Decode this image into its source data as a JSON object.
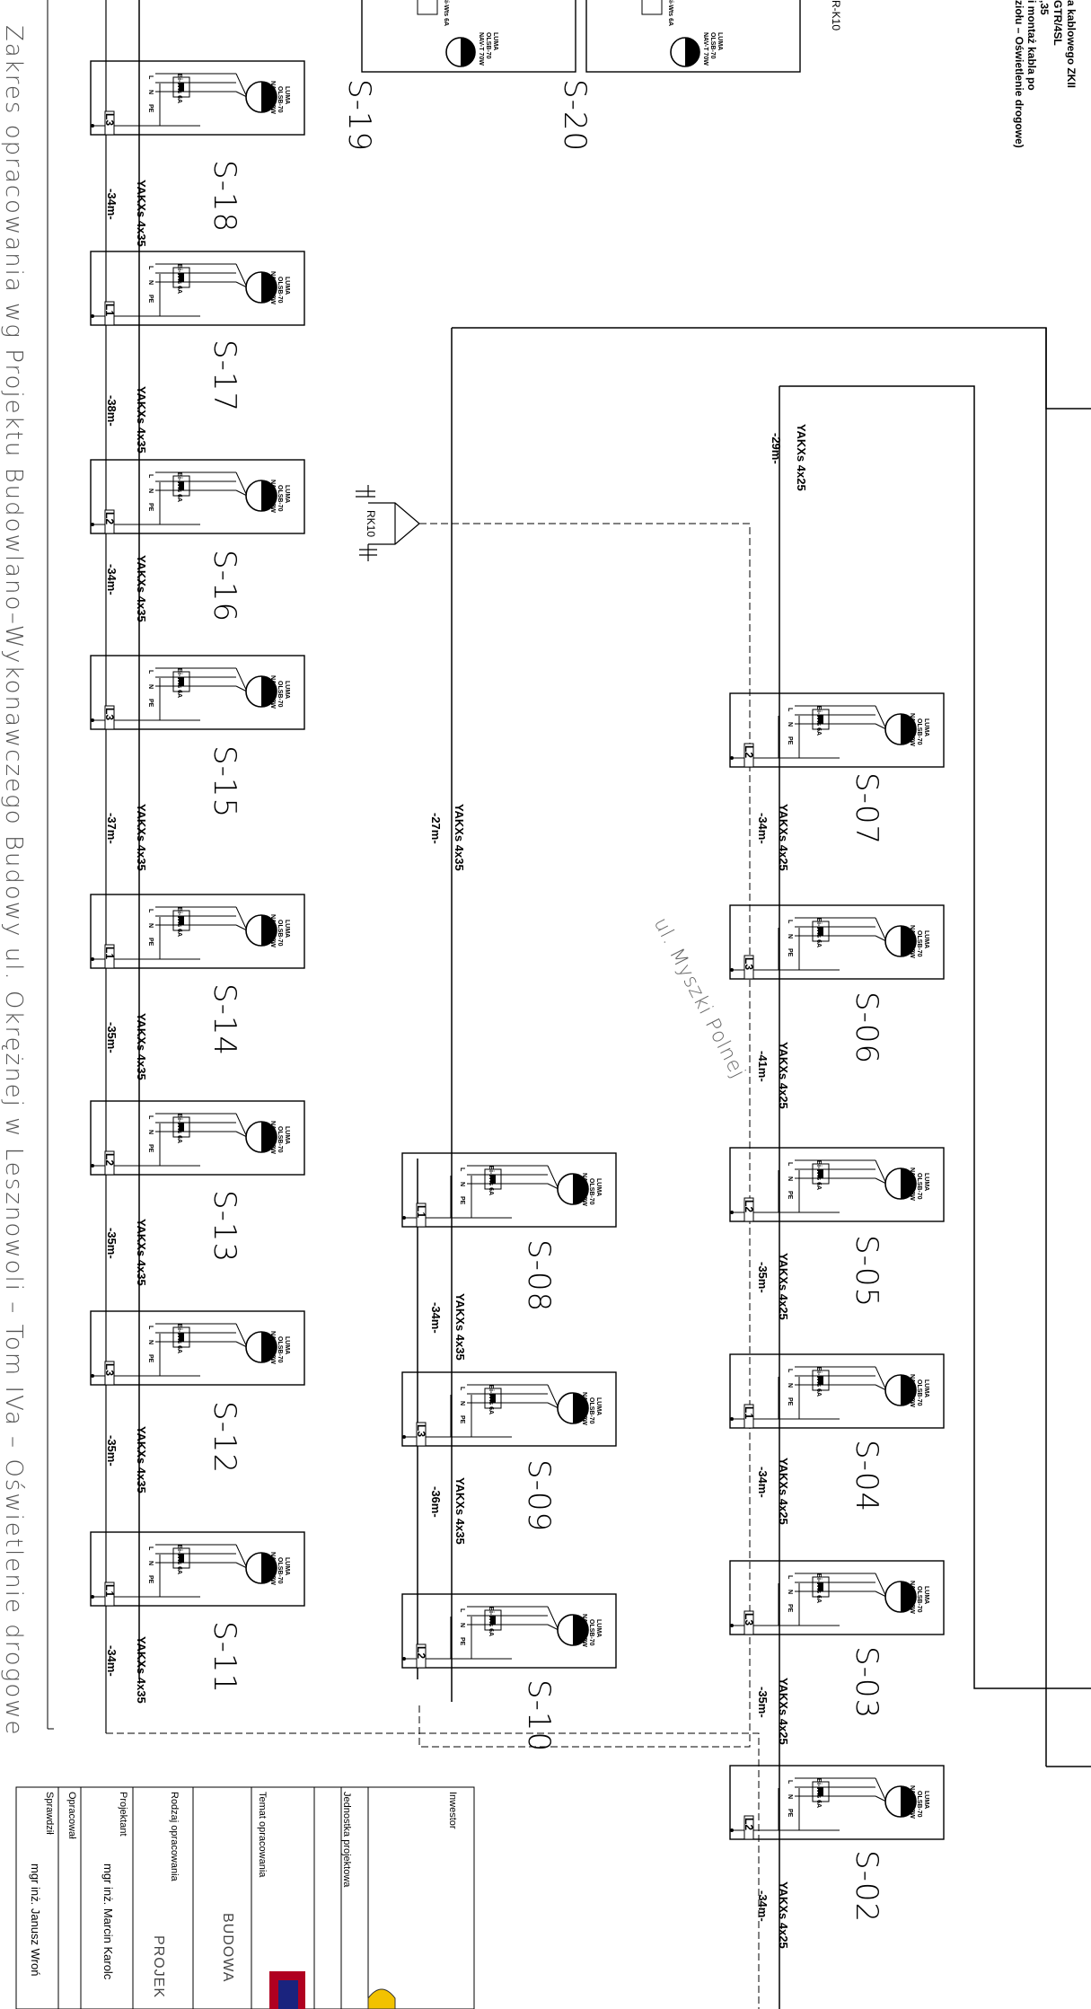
{
  "header_notes": {
    "line1": "a kablowego ZKII",
    "line2": "GTR/4SL",
    "line3": ",35",
    "line4": "i montaż kabla po",
    "line5": "ziołu – Oświetlenie drogowe)",
    "rk": "R-K10"
  },
  "vertical_title": "Zakres opracowania wg Projektu Budowlano–Wykonawczego Budowy ul. Okrężnej w Lesznowoli – Tom IVa – Oświetlenie drogowe",
  "street_label": "ul. Myszki Polnej",
  "cabinet_label": "RK10",
  "luminaire": {
    "fuse": "Bi-Wts 6A",
    "lamp_line1": "LUMA",
    "lamp_line2": "OLSB-70",
    "lamp_line3": "NAV-T 70W",
    "pins": [
      "L",
      "N",
      "PE"
    ]
  },
  "poles": [
    {
      "id": "S-18",
      "phase": "L3",
      "cable": "YAKXs 4x35",
      "length": "-34m-"
    },
    {
      "id": "S-17",
      "phase": "L1",
      "cable": "YAKXs 4x35",
      "length": "-38m-"
    },
    {
      "id": "S-16",
      "phase": "L2",
      "cable": "YAKXs 4x35",
      "length": "-34m-"
    },
    {
      "id": "S-15",
      "phase": "L3",
      "cable": "YAKXs 4x35",
      "length": "-37m-"
    },
    {
      "id": "S-14",
      "phase": "L1",
      "cable": "YAKXs 4x35",
      "length": "-35m-"
    },
    {
      "id": "S-13",
      "phase": "L2",
      "cable": "YAKXs 4x35",
      "length": "-35m-"
    },
    {
      "id": "S-12",
      "phase": "L3",
      "cable": "YAKXs 4x35",
      "length": "-35m-"
    },
    {
      "id": "S-11",
      "phase": "L1",
      "cable": "YAKXs 4x35",
      "length": "-34m-"
    },
    {
      "id": "S-08",
      "phase": "L1",
      "cable": "YAKXs 4x35",
      "length": "-34m-"
    },
    {
      "id": "S-09",
      "phase": "L3",
      "cable": "YAKXs 4x35",
      "length": "-36m-"
    },
    {
      "id": "S-10",
      "phase": "L2",
      "cable": "",
      "length": ""
    },
    {
      "id": "S-07",
      "phase": "L2",
      "cable": "YAKXs 4x25",
      "length": "-34m-"
    },
    {
      "id": "S-06",
      "phase": "L3",
      "cable": "YAKXs 4x25",
      "length": "-41m-"
    },
    {
      "id": "S-05",
      "phase": "L2",
      "cable": "YAKXs 4x25",
      "length": "-35m-"
    },
    {
      "id": "S-04",
      "phase": "L1",
      "cable": "YAKXs 4x25",
      "length": "-34m-"
    },
    {
      "id": "S-03",
      "phase": "L3",
      "cable": "YAKXs 4x25",
      "length": "-35m-"
    },
    {
      "id": "S-02",
      "phase": "L2",
      "cable": "YAKXs 4x25",
      "length": "-34m-"
    },
    {
      "id": "S-19",
      "phase": "",
      "cable": "",
      "length": ""
    },
    {
      "id": "S-20",
      "phase": "",
      "cable": "",
      "length": ""
    }
  ],
  "feeders": [
    {
      "cable": "YAKXs 4x25",
      "length": "-29m-"
    },
    {
      "cable": "YAKXs 4x35",
      "length": "-27m-"
    }
  ],
  "title_block": {
    "investor_label": "Inwestor",
    "unit_label": "Jednostka projektowa",
    "subject_label": "Temat opracowania",
    "subject_value": "BUDOWA",
    "type_label": "Rodzaj opracowania",
    "type_value": "PROJEK",
    "designer_label": "Projektant",
    "designer_value": "mgr inż. Marcin Karolc",
    "prepared_label": "Opracował",
    "checked_label": "Sprawdził",
    "checked_value": "mgr inż. Janusz Wroń"
  }
}
